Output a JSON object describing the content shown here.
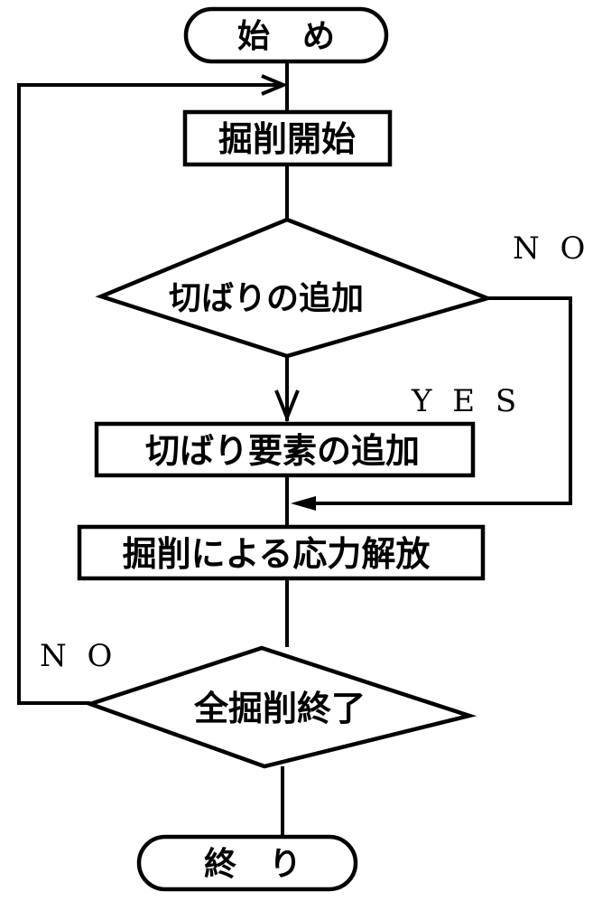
{
  "flowchart": {
    "start": {
      "label": "始　め"
    },
    "step_excavation_start": {
      "label": "掘削開始"
    },
    "decision_add_strut": {
      "label": "切ばりの追加",
      "no_label": "N O",
      "yes_label": "Y E S"
    },
    "step_add_strut_element": {
      "label": "切ばり要素の追加"
    },
    "step_stress_release": {
      "label": "掘削による応力解放"
    },
    "decision_all_excavation_done": {
      "label": "全掘削終了",
      "no_label": "N O"
    },
    "end": {
      "label": "終　り"
    }
  },
  "colors": {
    "stroke": "#000000",
    "background": "#ffffff"
  }
}
